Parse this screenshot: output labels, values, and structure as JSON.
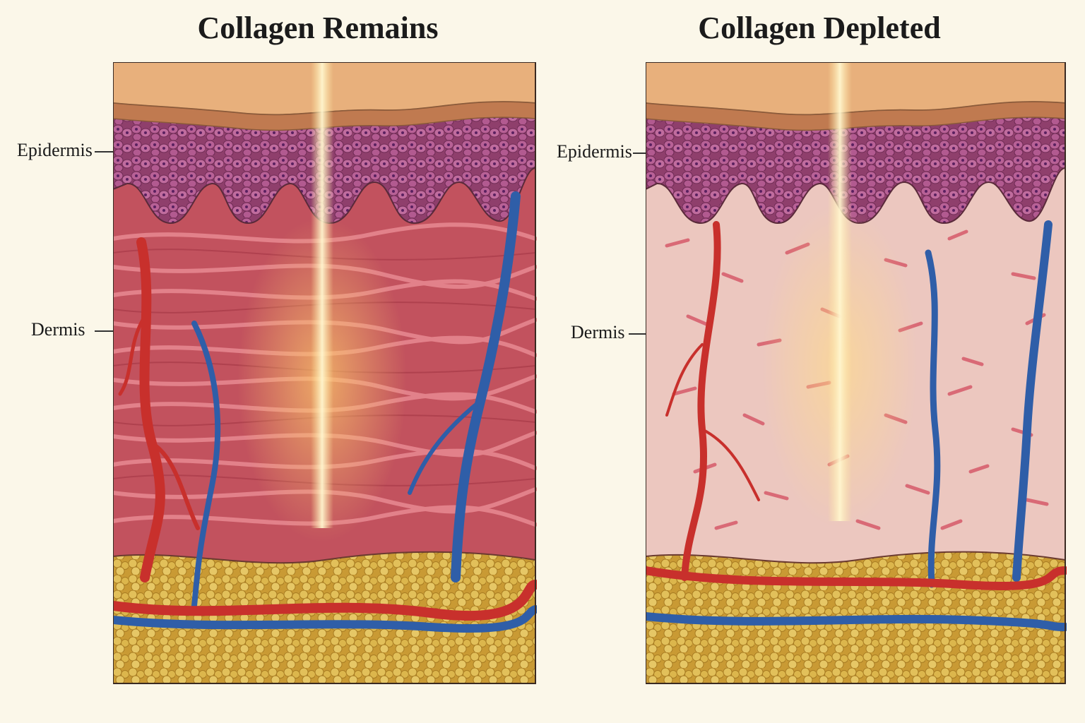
{
  "panels": [
    {
      "id": "left",
      "title": "Collagen Remains",
      "labels": {
        "epidermis": "Epidermis",
        "dermis": "Dermis"
      },
      "collagen_state": "dense-intact"
    },
    {
      "id": "right",
      "title": "Collagen Depleted",
      "labels": {
        "epidermis": "Epidermis",
        "dermis": "Dermis"
      },
      "collagen_state": "sparse-fragmented"
    }
  ],
  "colors": {
    "background": "#fbf7e9",
    "stratum_corneum": "#e8b07c",
    "epidermis": "#a8507c",
    "dermis_dense": "#c2525e",
    "dermis_depleted": "#ecc7bf",
    "collagen_fiber": "#e88a92",
    "fat": "#d9b244",
    "artery": "#c8302c",
    "vein": "#2f5ea8",
    "light_beam": "#ffe9a0"
  }
}
